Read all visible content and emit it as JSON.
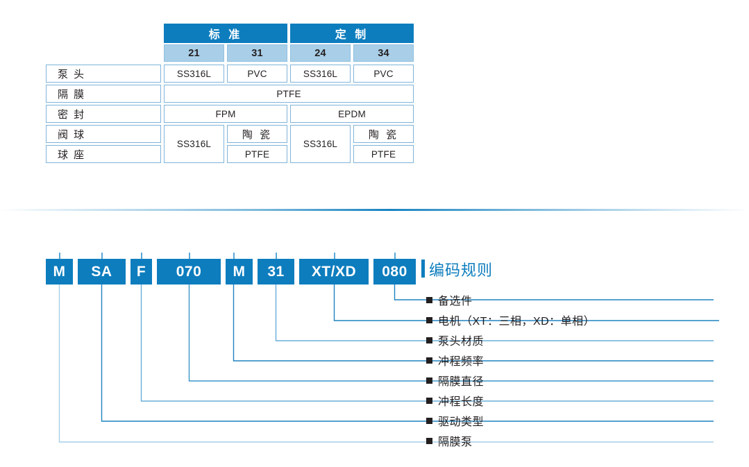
{
  "materials_table": {
    "groups": [
      {
        "label": "标 准",
        "codes": [
          "21",
          "31"
        ]
      },
      {
        "label": "定 制",
        "codes": [
          "24",
          "34"
        ]
      }
    ],
    "rows": [
      {
        "category": "泵 头",
        "cells": [
          "SS316L",
          "PVC",
          "SS316L",
          "PVC"
        ]
      },
      {
        "category": "隔 膜",
        "cells": [
          "PTFE"
        ]
      },
      {
        "category": "密 封",
        "cells": [
          "FPM",
          "EPDM"
        ]
      },
      {
        "category": "阀 球",
        "cells": [
          "SS316L",
          "陶 瓷",
          "SS316L",
          "陶 瓷"
        ]
      },
      {
        "category": "球 座",
        "cells": [
          "PTFE",
          "PTFE"
        ]
      }
    ]
  },
  "coding_rule": {
    "title": "编码规则",
    "code_segments": [
      {
        "text": "M"
      },
      {
        "text": "SA"
      },
      {
        "text": "F"
      },
      {
        "text": "070"
      },
      {
        "text": "M"
      },
      {
        "text": "31"
      },
      {
        "text": "XT/XD"
      },
      {
        "text": "080"
      }
    ],
    "legend": [
      {
        "text": "备选件"
      },
      {
        "text": "电机（XT：三相，XD：单相）"
      },
      {
        "text": "泵头材质"
      },
      {
        "text": "冲程频率"
      },
      {
        "text": "隔膜直径"
      },
      {
        "text": "冲程长度"
      },
      {
        "text": "驱动类型"
      },
      {
        "text": "隔膜泵"
      }
    ]
  },
  "colors": {
    "brand_blue": "#0d7dbe",
    "light_blue": "#a9cfe8",
    "border_blue": "#7fb4da",
    "text_dark": "#231f20"
  }
}
